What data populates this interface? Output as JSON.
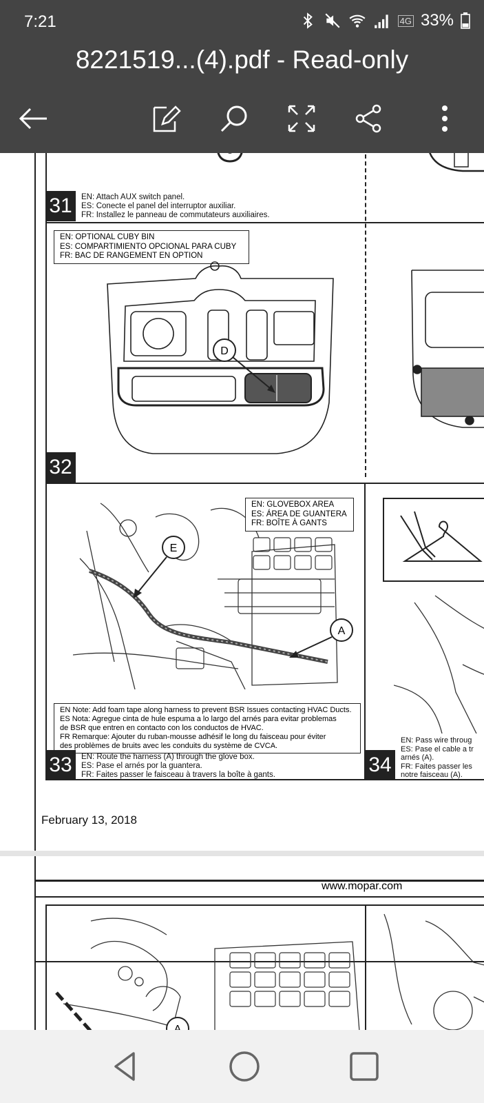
{
  "status_bar": {
    "time": "7:21",
    "network": "4G",
    "battery": "33%"
  },
  "header": {
    "title": "8221519...(4).pdf - Read-only",
    "toolbar_icons": [
      "back-arrow-icon",
      "edit-pen-icon",
      "search-icon",
      "fullscreen-icon",
      "share-icon",
      "more-vert-icon"
    ]
  },
  "document": {
    "step31": {
      "number": "31",
      "en": "EN: Attach AUX switch panel.",
      "es": "ES: Conecte el panel del interruptor auxiliar.",
      "fr": "FR: Installez le panneau de commutateurs auxiliaires."
    },
    "step32": {
      "number": "32",
      "label_en": "EN: OPTIONAL CUBY BIN",
      "label_es": "ES: COMPARTIMIENTO OPCIONAL PARA CUBY",
      "label_fr": "FR: BAC DE RANGEMENT EN OPTION",
      "callout": "D"
    },
    "step33": {
      "number": "33",
      "label_en": "EN: GLOVEBOX AREA",
      "label_es": "ES: ÁREA DE GUANTERA",
      "label_fr": "FR: BOÎTE À GANTS",
      "callout_e": "E",
      "callout_a": "A",
      "note_en": "EN Note: Add foam tape along harness to prevent BSR Issues contacting HVAC Ducts.",
      "note_es_1": "ES Nota: Agregue cinta de hule espuma a lo largo del arnés para evitar problemas",
      "note_es_2": "de BSR que entren en contacto con los conductos de HVAC.",
      "note_fr_1": "FR Remarque: Ajouter du ruban-mousse adhésif le long du faisceau pour éviter",
      "note_fr_2": "des problèmes de bruits avec les conduits du système de CVCA.",
      "en": "EN: Route the harness (A) through the glove box.",
      "es": "ES: Pase el arnés por la guantera.",
      "fr": "FR: Faites passer le faisceau à travers la boîte à gants."
    },
    "step34": {
      "number": "34",
      "en": "EN: Pass wire throug",
      "es_1": "ES: Pase el cable a tr",
      "es_2": "arnés (A).",
      "fr_1": "FR: Faites passer les",
      "fr_2": "notre faisceau (A)."
    },
    "date": "February 13, 2018",
    "page2_url": "www.mopar.com",
    "page2_callout": "A"
  },
  "nav_icons": [
    "back-triangle-icon",
    "home-circle-icon",
    "recents-square-icon"
  ]
}
